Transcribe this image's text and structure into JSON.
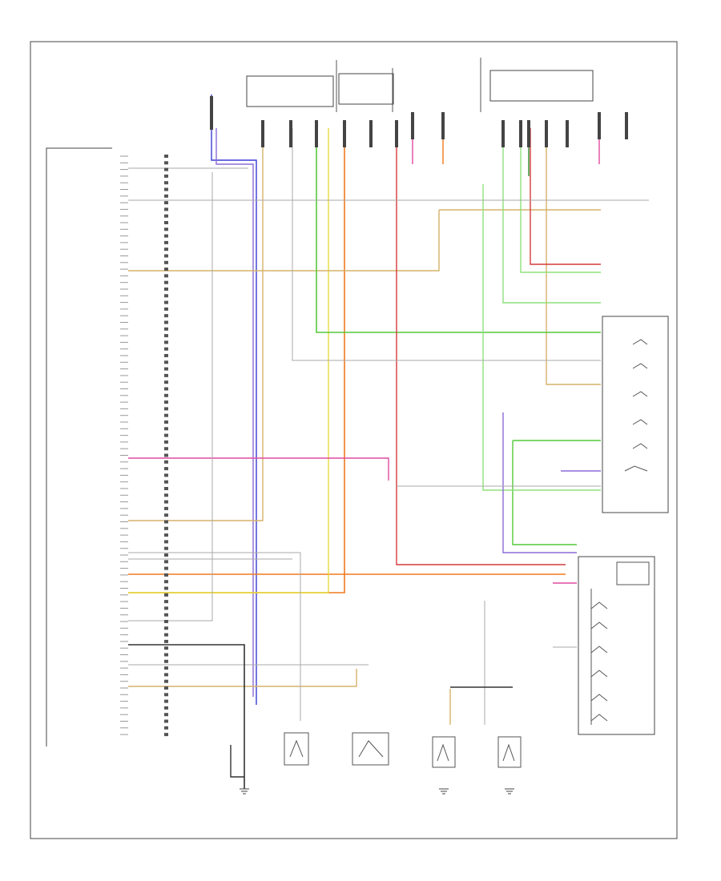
{
  "diagram": {
    "footer_code": "",
    "labels": {
      "instrument_cluster": "",
      "steering_control_panel": "",
      "switch_panel": ""
    },
    "wire_colors": {
      "blue": "#3b3bd6",
      "violet": "#8c6bd9",
      "orange": "#f07a1e",
      "yellow": "#e6dc3a",
      "tan": "#d6b26a",
      "green": "#55c93a",
      "light_green": "#8ee07a",
      "dark_green": "#2e8b2e",
      "pink": "#e04aa0",
      "red": "#d63a3a",
      "gray": "#9a9a9a",
      "black": "#333333"
    },
    "icons": [
      "ground-symbol",
      "connector-pin",
      "switch-contact"
    ]
  }
}
